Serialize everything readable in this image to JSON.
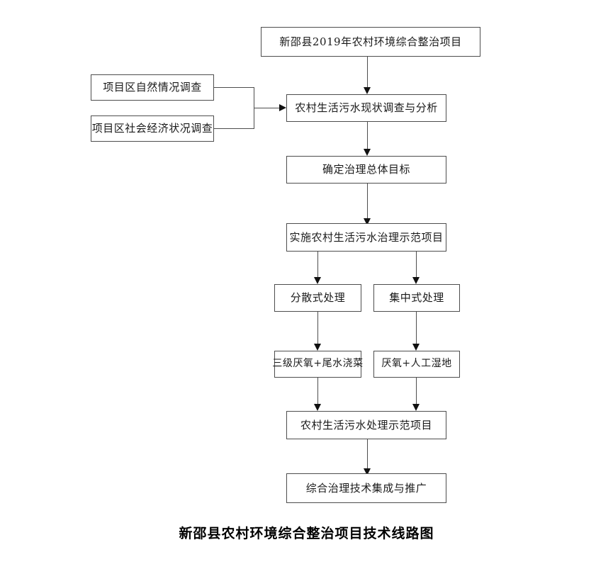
{
  "diagram": {
    "caption": "新邵县农村环境综合整治项目技术线路图",
    "nodes": {
      "project_title": "新邵县2019年农村环境综合整治项目",
      "natural_survey": "项目区自然情况调查",
      "socioeconomic_survey": "项目区社会经济状况调查",
      "wastewater_status": "农村生活污水现状调查与分析",
      "overall_goal": "确定治理总体目标",
      "demo_project": "实施农村生活污水治理示范项目",
      "decentralized": "分散式处理",
      "centralized": "集中式处理",
      "decentralized_method": "三级厌氧+尾水浇菜",
      "centralized_method": "厌氧+人工湿地",
      "treatment_demo": "农村生活污水处理示范项目",
      "integration_promotion": "综合治理技术集成与推广"
    },
    "colors": {
      "box_border": "#4d4d4d",
      "line": "#4d4d4d",
      "arrow": "#111111",
      "text": "#1a1a1a",
      "background": "#ffffff"
    }
  }
}
